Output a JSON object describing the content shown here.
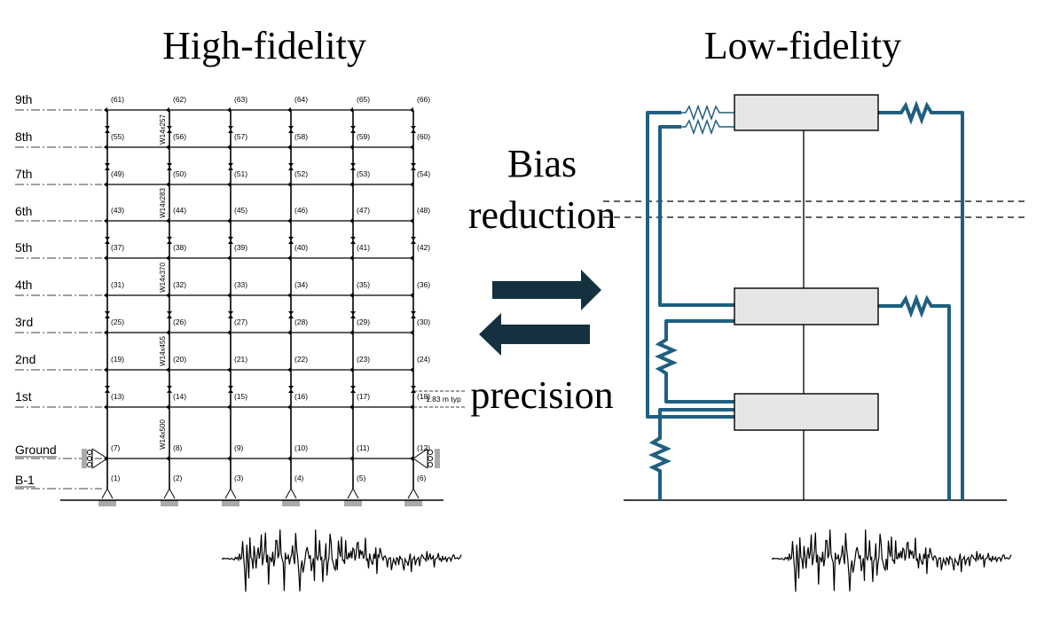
{
  "titles": {
    "high_fidelity": "High-fidelity",
    "low_fidelity": "Low-fidelity"
  },
  "arrow_labels": {
    "top_line1": "Bias",
    "top_line2": "reduction",
    "bottom": "precision"
  },
  "floors": [
    "9th",
    "8th",
    "7th",
    "6th",
    "5th",
    "4th",
    "3rd",
    "2nd",
    "1st",
    "Ground",
    "B-1"
  ],
  "node_labels": {
    "9th": [
      "(61)",
      "(62)",
      "(63)",
      "(64)",
      "(65)",
      "(66)"
    ],
    "8th": [
      "(55)",
      "(56)",
      "(57)",
      "(58)",
      "(59)",
      "(60)"
    ],
    "7th": [
      "(49)",
      "(50)",
      "(51)",
      "(52)",
      "(53)",
      "(54)"
    ],
    "6th": [
      "(43)",
      "(44)",
      "(45)",
      "(46)",
      "(47)",
      "(48)"
    ],
    "5th": [
      "(37)",
      "(38)",
      "(39)",
      "(40)",
      "(41)",
      "(42)"
    ],
    "4th": [
      "(31)",
      "(32)",
      "(33)",
      "(34)",
      "(35)",
      "(36)"
    ],
    "3rd": [
      "(25)",
      "(26)",
      "(27)",
      "(28)",
      "(29)",
      "(30)"
    ],
    "2nd": [
      "(19)",
      "(20)",
      "(21)",
      "(22)",
      "(23)",
      "(24)"
    ],
    "1st": [
      "(13)",
      "(14)",
      "(15)",
      "(16)",
      "(17)",
      "(18)"
    ],
    "Ground": [
      "(7)",
      "(8)",
      "(9)",
      "(10)",
      "(11)",
      "(12)"
    ],
    "B-1": [
      "(1)",
      "(2)",
      "(3)",
      "(4)",
      "(5)",
      "(6)"
    ]
  },
  "column_sections": [
    "W14x257",
    "W14x283",
    "W14x370",
    "W14x455",
    "W14x500"
  ],
  "dimension_note": "1.83 m typ",
  "colors": {
    "arrow": "#15303f",
    "spring_line": "#1f5f7f",
    "mass_fill": "#e6e6e6",
    "support": "#aaaaaa"
  },
  "icons": [
    "pin-support-icon",
    "roller-support-icon",
    "right-arrow-icon",
    "left-arrow-icon",
    "spring-icon",
    "seismogram-icon"
  ]
}
